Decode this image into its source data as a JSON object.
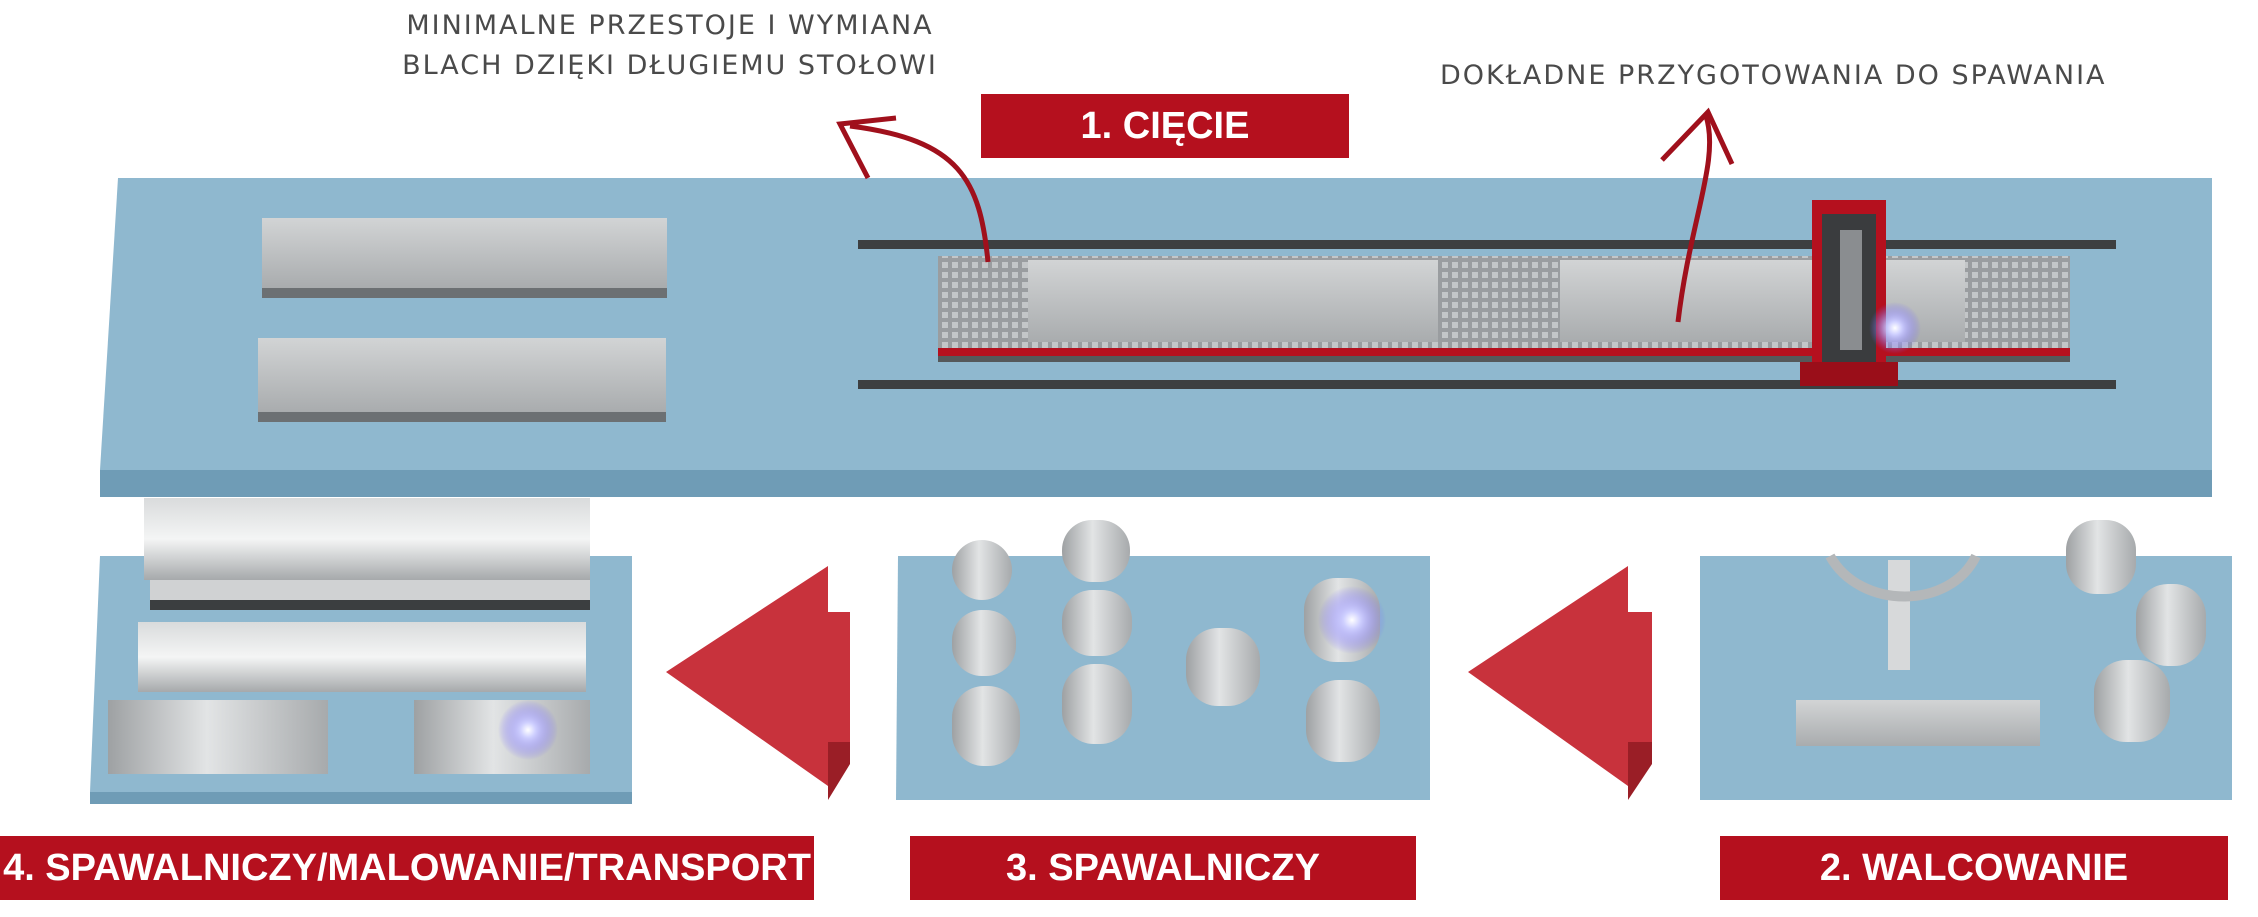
{
  "captions": {
    "left_line1": "MINIMALNE PRZESTOJE I WYMIANA",
    "left_line2": "BLACH DZIĘKI DŁUGIEMU STOŁOWI",
    "right": "DOKŁADNE PRZYGOTOWANIA DO SPAWANIA"
  },
  "stages": {
    "cutting": "1. CIĘCIE",
    "rolling": "2. WALCOWANIE",
    "welding": "3. SPAWALNICZY",
    "final": "4. SPAWALNICZY/MALOWANIE/TRANSPORT"
  },
  "colors": {
    "brand_red": "#b5101e",
    "arrow_red": "#c8323c",
    "platform_blue": "#8fb8cf",
    "platform_side": "#6f9cb6",
    "steel": "#b9bcbe"
  },
  "icons": [
    "flow-arrow-left-icon",
    "curved-pointer-arrow-icon",
    "welding-spark-icon"
  ]
}
